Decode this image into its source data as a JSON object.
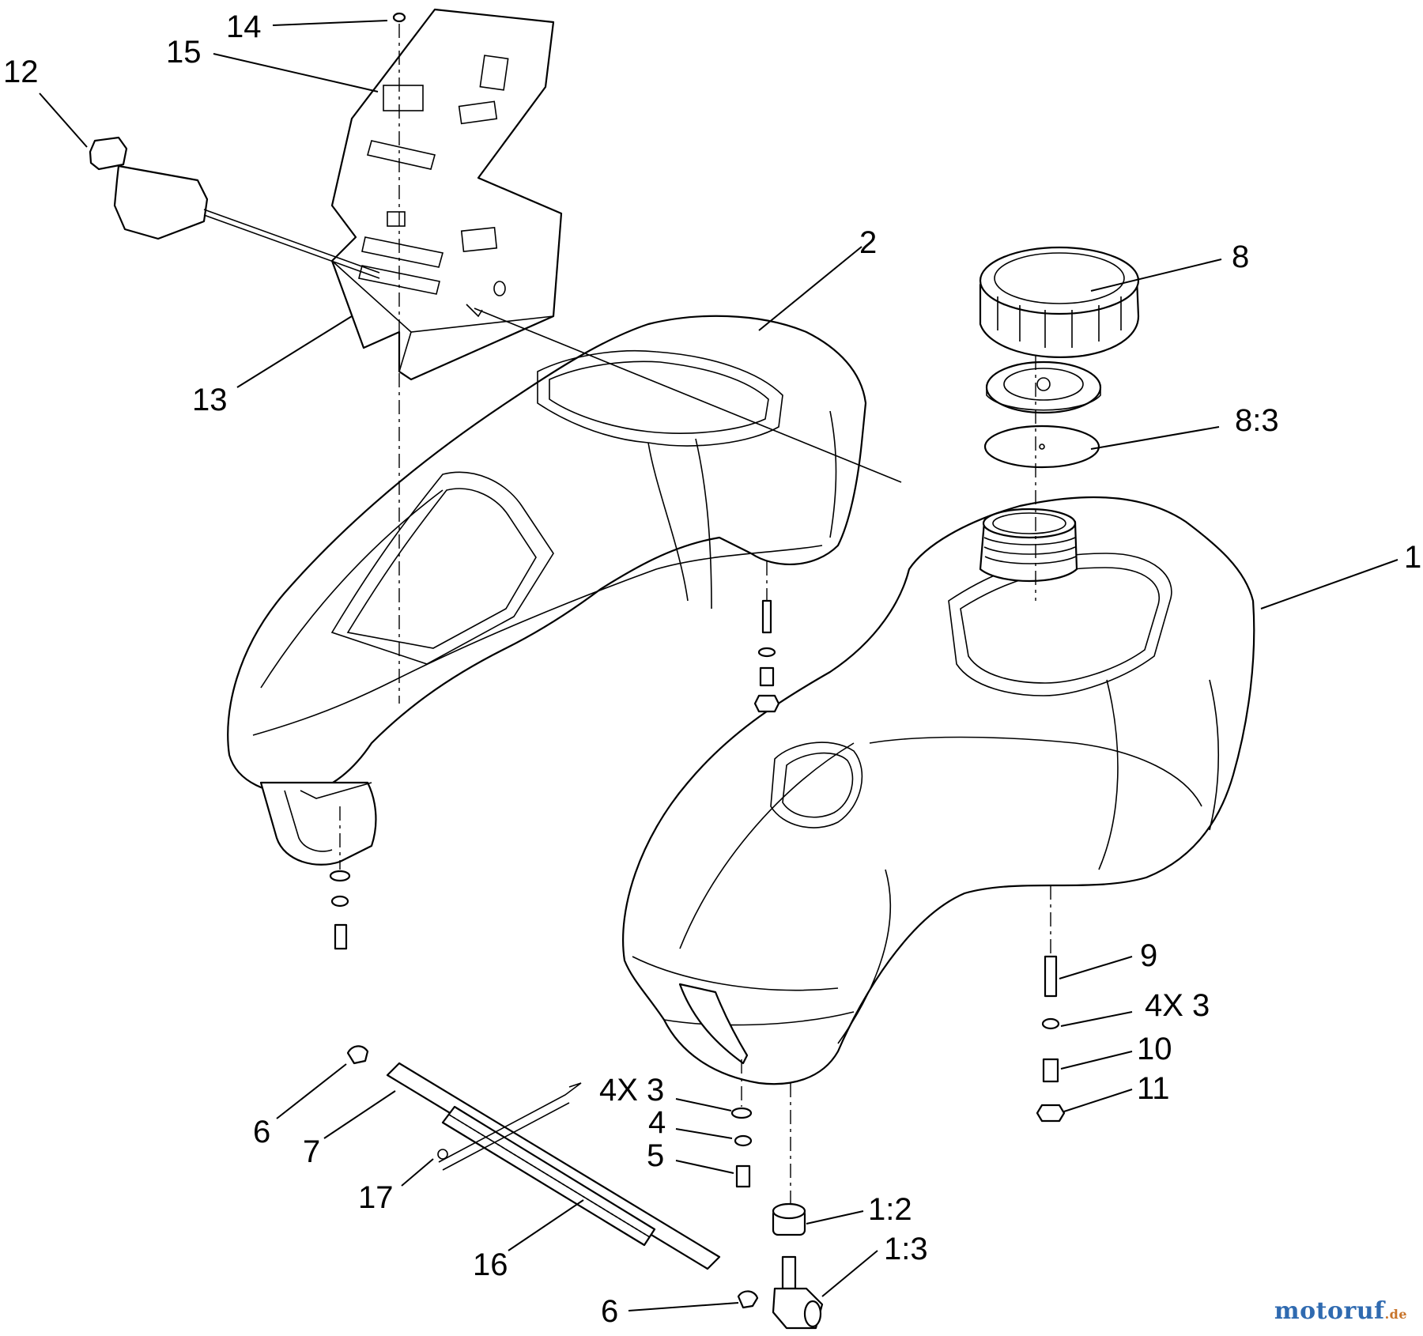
{
  "diagram": {
    "callouts": [
      {
        "id": "c-12",
        "text": "12"
      },
      {
        "id": "c-14",
        "text": "14"
      },
      {
        "id": "c-15",
        "text": "15"
      },
      {
        "id": "c-13",
        "text": "13"
      },
      {
        "id": "c-2",
        "text": "2"
      },
      {
        "id": "c-8",
        "text": "8"
      },
      {
        "id": "c-8-3",
        "text": "8:3"
      },
      {
        "id": "c-1",
        "text": "1"
      },
      {
        "id": "c-9",
        "text": "9"
      },
      {
        "id": "c-4x3-right",
        "text": "4X 3"
      },
      {
        "id": "c-10",
        "text": "10"
      },
      {
        "id": "c-11",
        "text": "11"
      },
      {
        "id": "c-4x3-left",
        "text": "4X 3"
      },
      {
        "id": "c-4",
        "text": "4"
      },
      {
        "id": "c-5",
        "text": "5"
      },
      {
        "id": "c-6-top",
        "text": "6"
      },
      {
        "id": "c-7",
        "text": "7"
      },
      {
        "id": "c-17",
        "text": "17"
      },
      {
        "id": "c-16",
        "text": "16"
      },
      {
        "id": "c-1-2",
        "text": "1:2"
      },
      {
        "id": "c-1-3",
        "text": "1:3"
      },
      {
        "id": "c-6-bottom",
        "text": "6"
      }
    ]
  },
  "watermark": {
    "brand": "motoruf",
    "tld": ".de"
  }
}
